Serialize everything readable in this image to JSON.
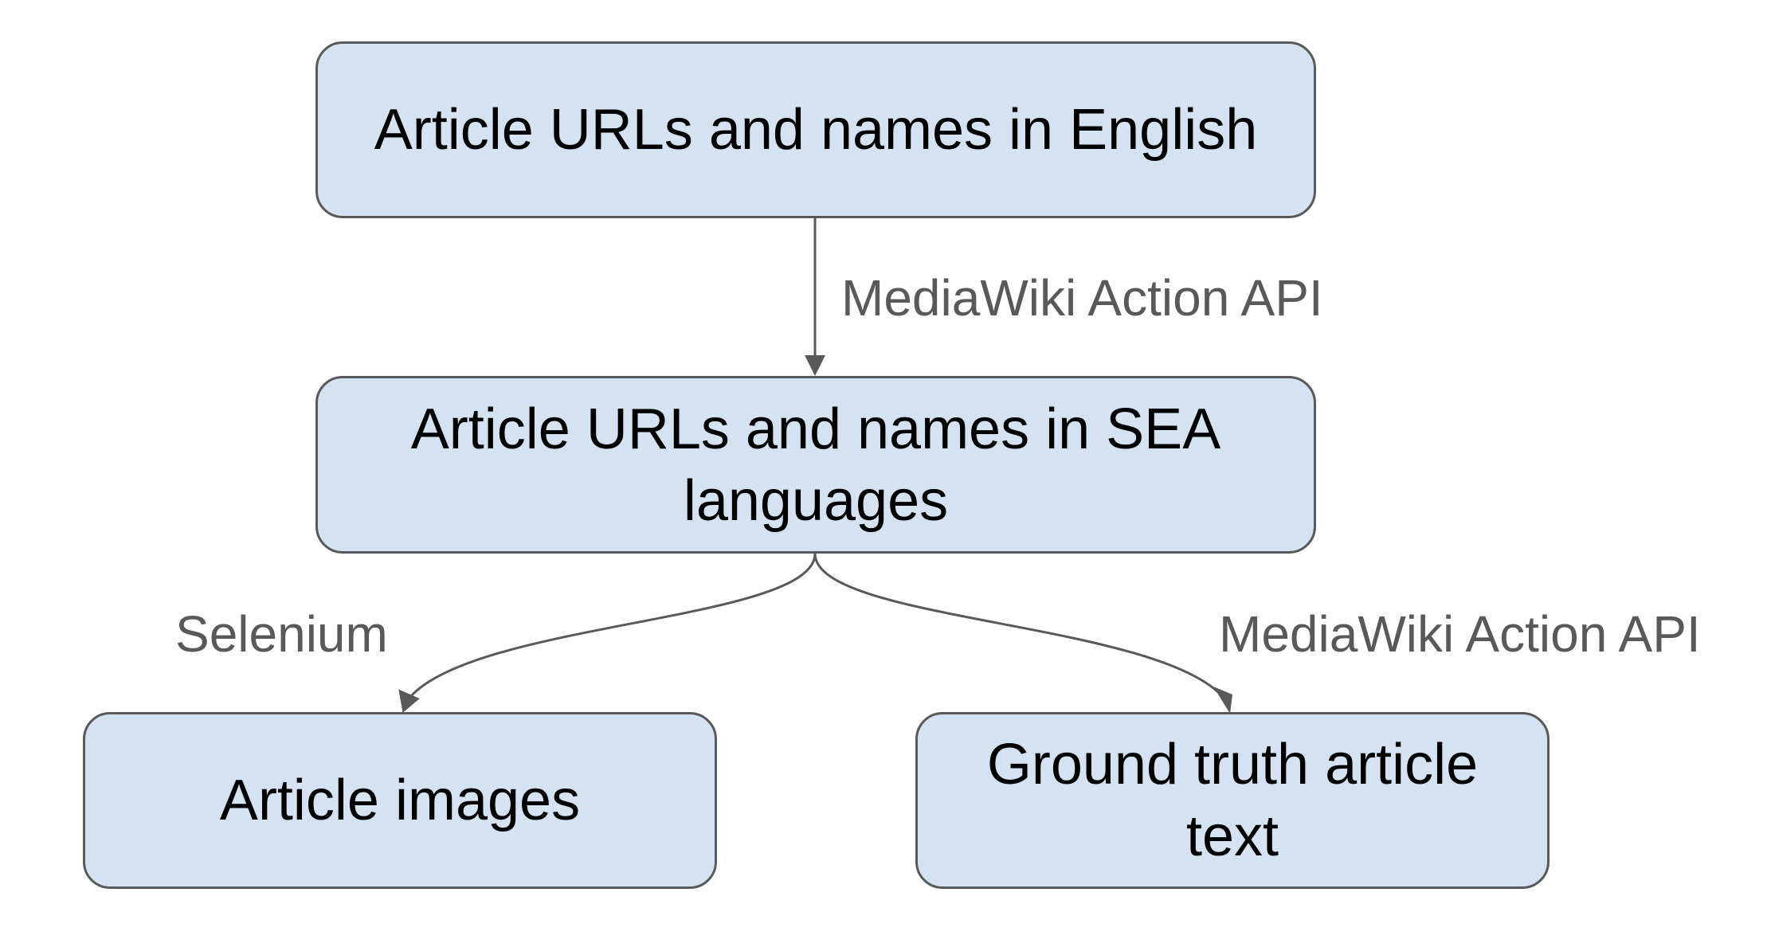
{
  "colors": {
    "node_fill": "#d5e2f1",
    "node_border": "#595959",
    "edge": "#595959",
    "label_text": "#595959",
    "node_text": "#000000"
  },
  "nodes": {
    "english": {
      "label": "Article URLs and names in English"
    },
    "sea": {
      "label": "Article URLs and names in SEA languages"
    },
    "images": {
      "label": "Article images"
    },
    "text": {
      "label": "Ground truth article text"
    }
  },
  "edges": {
    "english_to_sea": {
      "label": "MediaWiki Action API"
    },
    "sea_to_images": {
      "label": "Selenium"
    },
    "sea_to_text": {
      "label": "MediaWiki Action API"
    }
  }
}
